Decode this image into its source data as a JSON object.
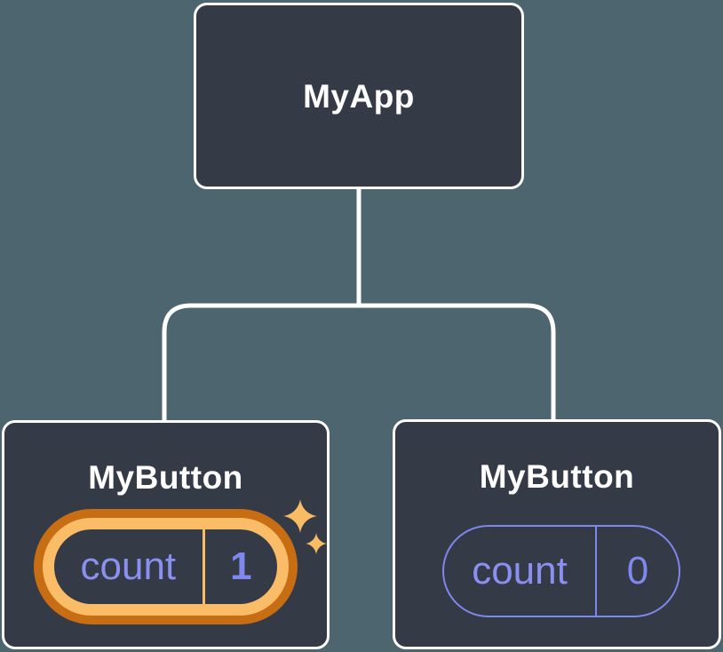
{
  "diagram": {
    "title": "component-state-tree",
    "root": {
      "label": "MyApp"
    },
    "children": [
      {
        "label": "MyButton",
        "state": {
          "key": "count",
          "value": "1"
        },
        "highlighted": true,
        "icon": "sparkles-icon"
      },
      {
        "label": "MyButton",
        "state": {
          "key": "count",
          "value": "0"
        },
        "highlighted": false
      }
    ]
  },
  "colors": {
    "background": "#4c656f",
    "node_fill": "#343a46",
    "node_border": "#ffffff",
    "connector": "#ffffff",
    "title_text": "#ffffff",
    "state_purple": "#7f88ec",
    "state_key_purple": "#8a90f0",
    "highlight_ring_outer": "#c76d14",
    "highlight_ring_inner": "#fabc66",
    "sparkle": "#f8bc64"
  }
}
